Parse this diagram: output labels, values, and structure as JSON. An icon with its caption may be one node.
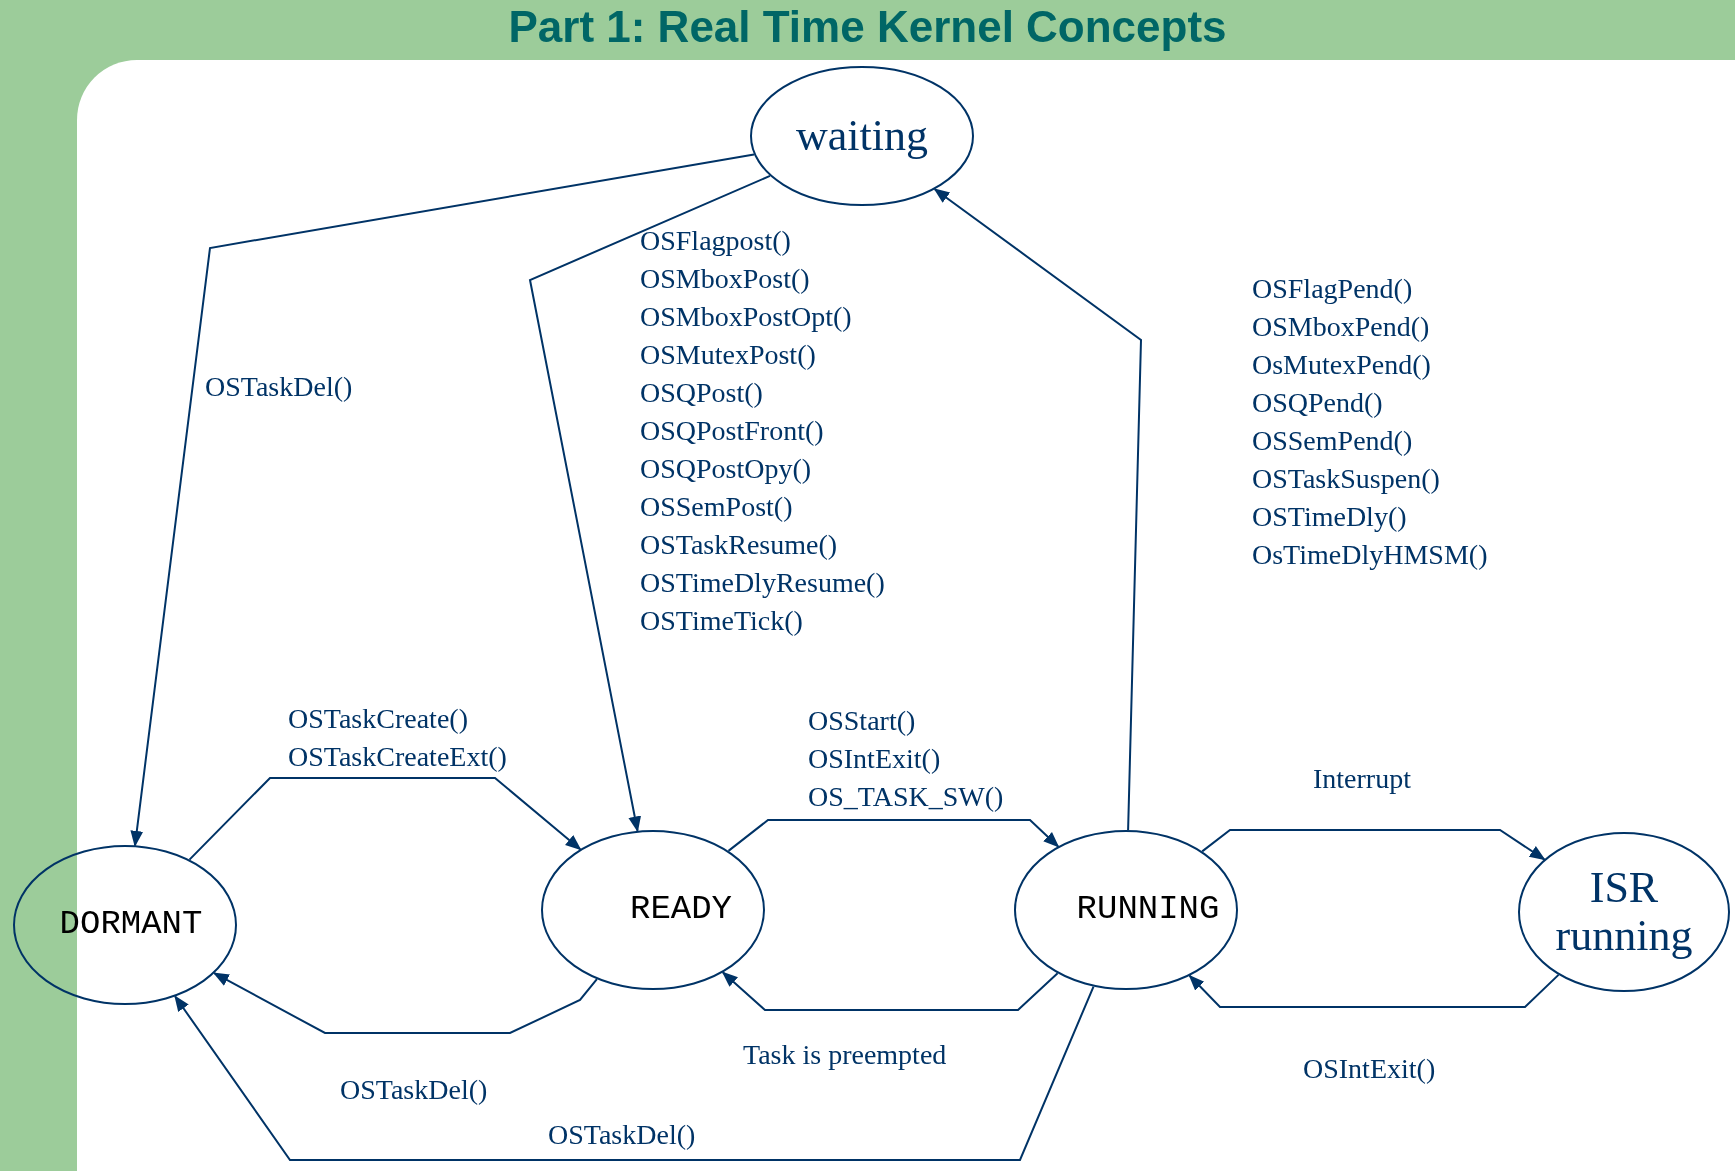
{
  "diagram": {
    "title": "Part 1: Real Time Kernel Concepts",
    "nodes": [
      {
        "text": [
          "waiting"
        ]
      },
      {
        "text": [
          "DORMANT"
        ]
      },
      {
        "text": [
          "READY"
        ]
      },
      {
        "text": [
          "RUNNING"
        ]
      },
      {
        "text": [
          "ISR running"
        ]
      }
    ],
    "edges": [
      {
        "from": 0,
        "to": 1,
        "arrow": "to",
        "label": "OSTaskDel()"
      },
      {
        "from": 0,
        "to": 2,
        "arrow": "to",
        "label": "OSFlagpost() OSMboxPost() OSMboxPostOpt() OSMutexPost() OSQPost() OSQPostFront() OSQPostOpy() OSSemPost() OSTaskResume() OSTimeDlyResume() OSTimeTick()"
      },
      {
        "from": 3,
        "to": 0,
        "arrow": "to",
        "label": "OSFlagPend() OSMboxPend() OsMutexPend() OSQPend() OSSemPend() OSTaskSuspen() OSTimeDly() OsTimeDlyHMSM()"
      },
      {
        "from": 1,
        "to": 2,
        "arrow": "to",
        "label": "OSTaskCreate() OSTaskCreateExt()"
      },
      {
        "from": 2,
        "to": 3,
        "arrow": "to",
        "label": "OSStart() OSIntExit() OS_TASK_SW()"
      },
      {
        "from": 3,
        "to": 4,
        "arrow": "to",
        "label": "Interrupt"
      },
      {
        "from": 4,
        "to": 3,
        "arrow": "to",
        "label": "OSIntExit()"
      },
      {
        "from": 3,
        "to": 2,
        "arrow": "to",
        "label": "Task is preempted"
      },
      {
        "from": 2,
        "to": 1,
        "arrow": "to",
        "label": "OSTaskDel()"
      },
      {
        "from": 3,
        "to": 1,
        "arrow": "to",
        "label": "OSTaskDel()"
      }
    ]
  }
}
